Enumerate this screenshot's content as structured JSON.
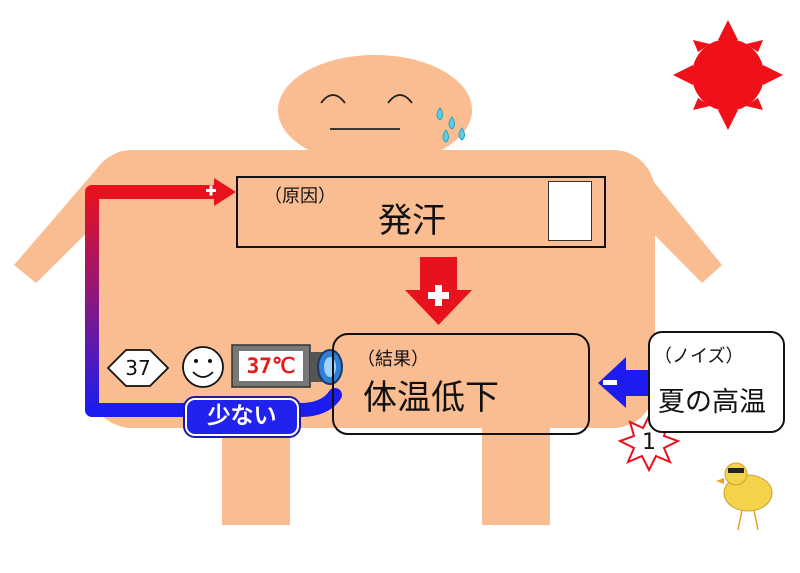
{
  "cause": {
    "tag": "（原因）",
    "label": "発汗"
  },
  "result": {
    "tag": "（結果）",
    "label": "体温低下"
  },
  "noise": {
    "tag": "（ノイズ）",
    "label": "夏の高温"
  },
  "feedback": {
    "label": "少ない"
  },
  "thermometer": {
    "reading": "37℃"
  },
  "badges": {
    "diamond": "37",
    "burst": "1"
  },
  "signs": {
    "plus": "+",
    "minus": "−"
  },
  "colors": {
    "body": "#f9bd91",
    "arrow_red": "#e8111e",
    "arrow_blue": "#1c1cf0",
    "sun": "#f0101a",
    "pill": "#2222ee"
  },
  "icons": [
    "sun-icon",
    "smiley-icon",
    "thermometer-icon",
    "sweat-drops-icon",
    "chick-icon"
  ]
}
